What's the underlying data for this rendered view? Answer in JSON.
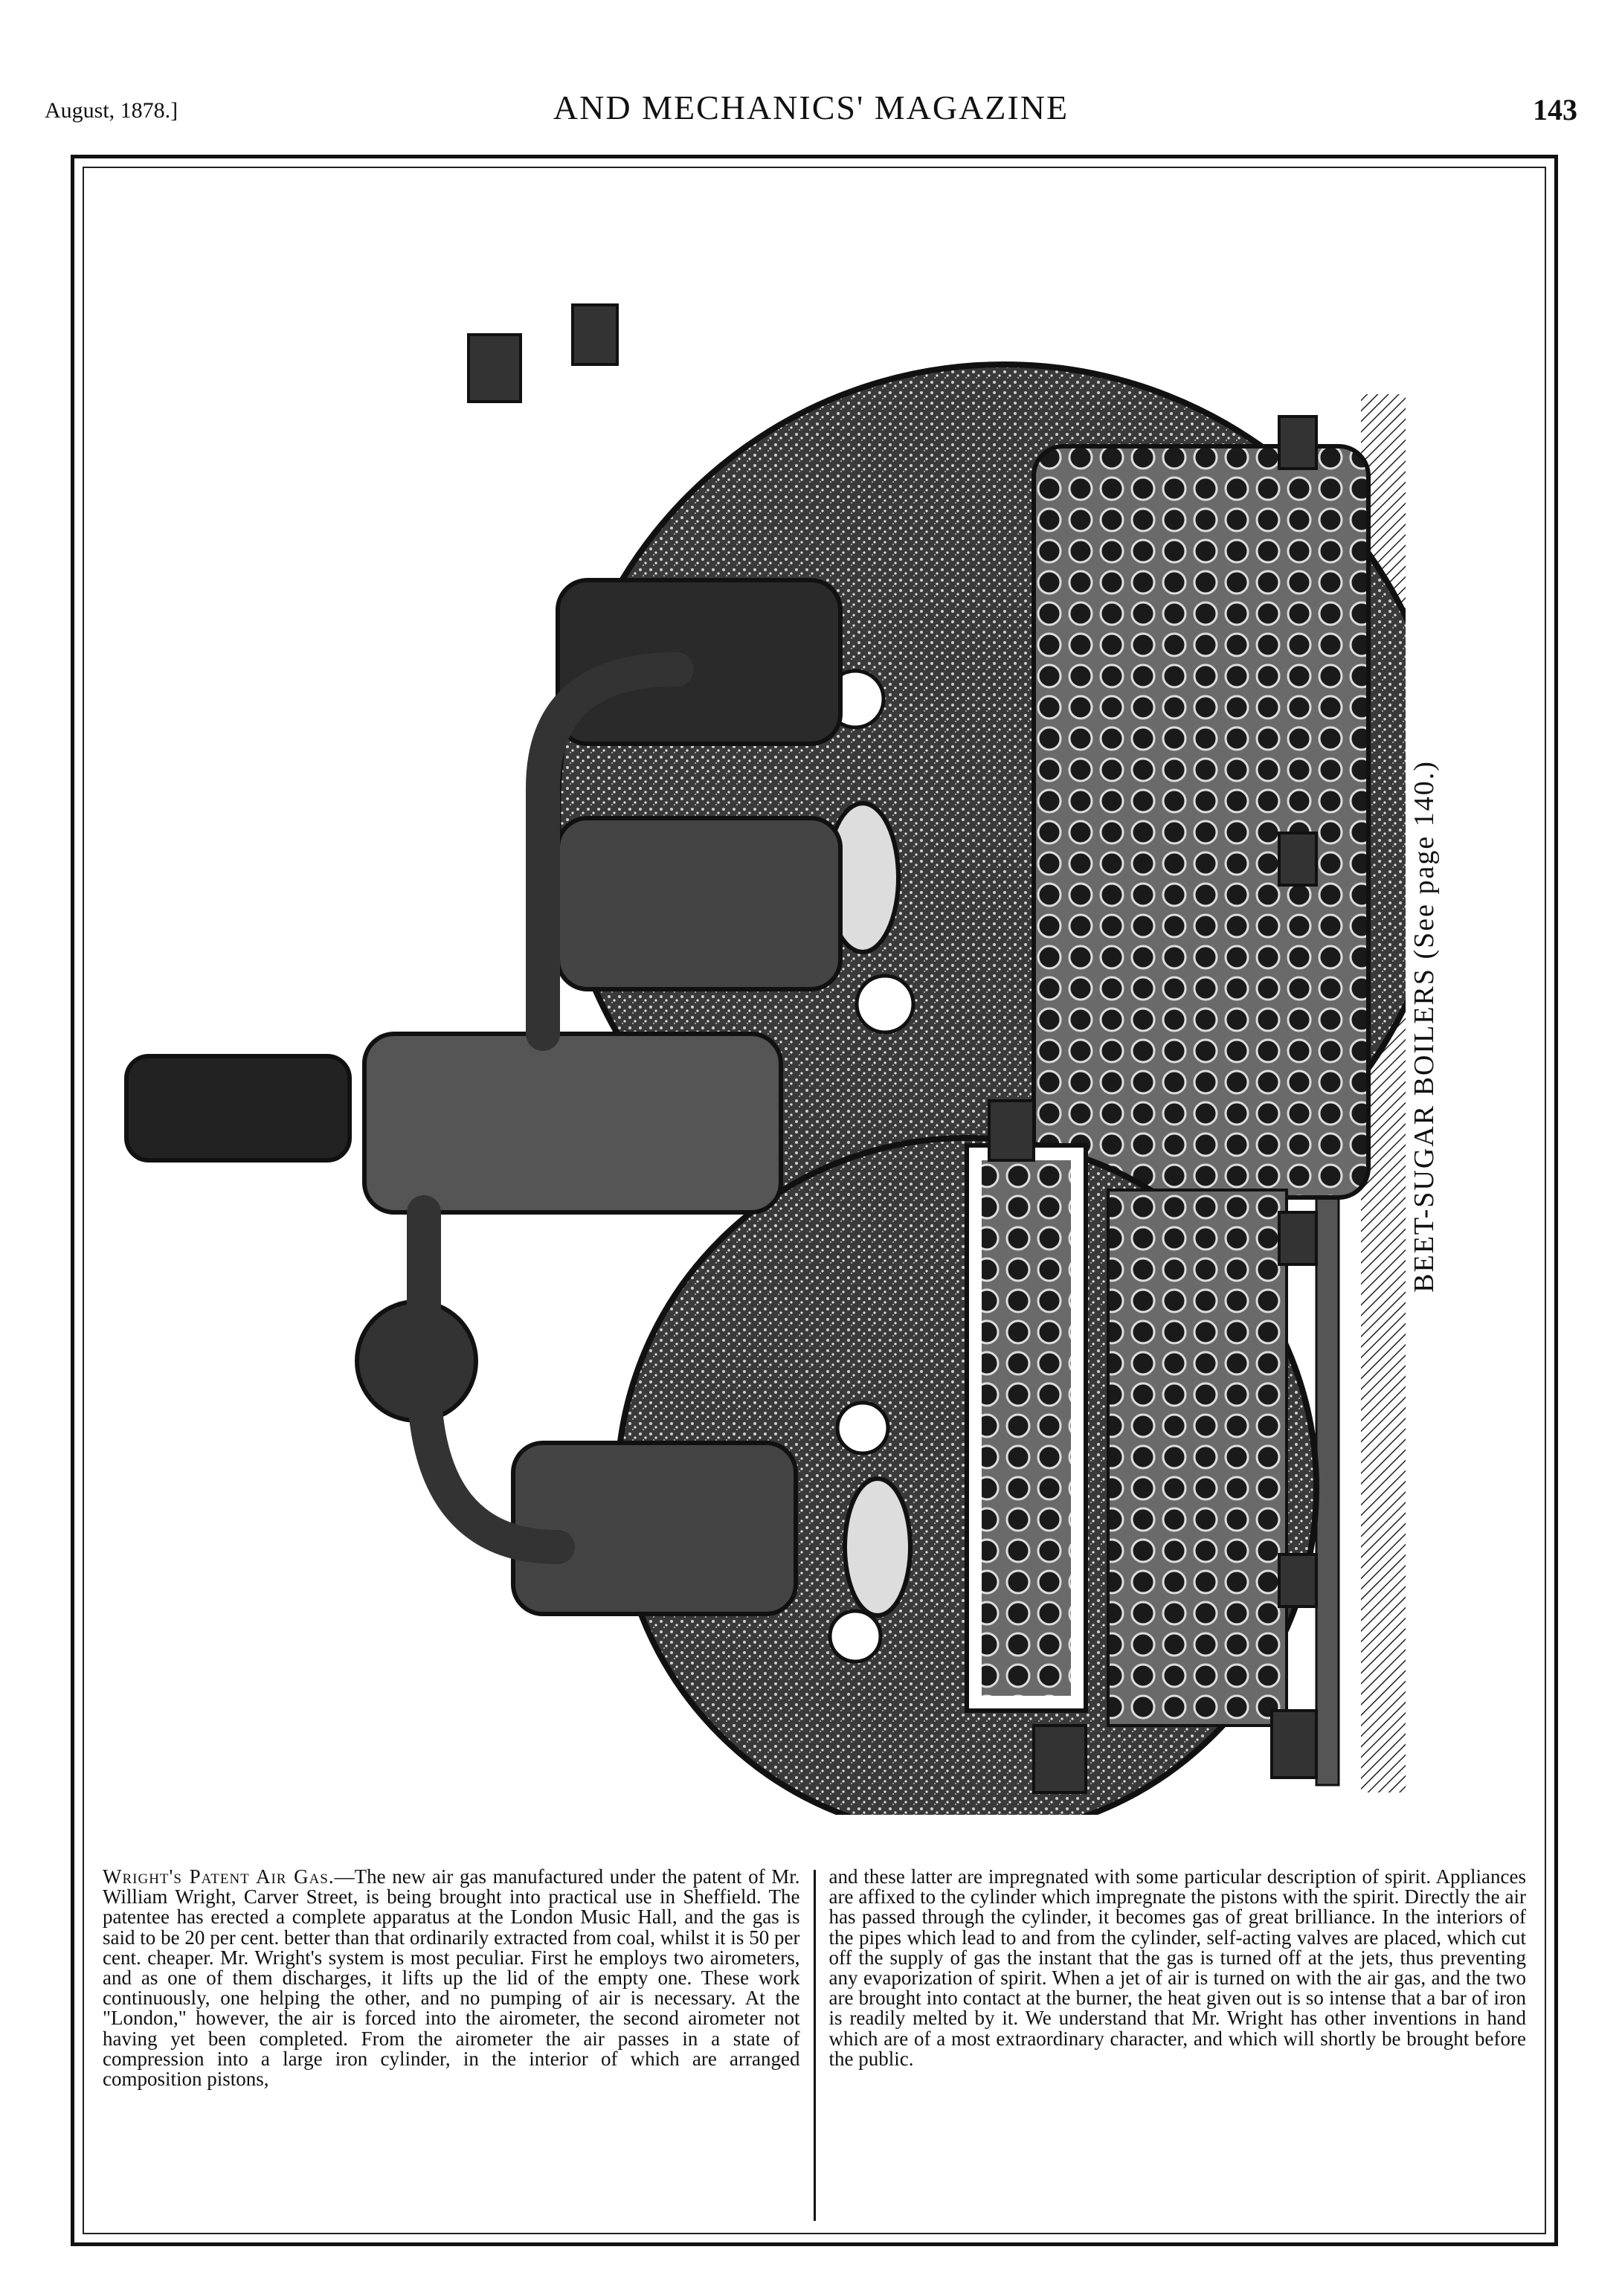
{
  "header": {
    "left": "August, 1878.]",
    "center": "AND MECHANICS' MAGAZINE",
    "page_number": "143"
  },
  "figure": {
    "caption": "BEET-SUGAR BOILERS (See page 140.)"
  },
  "article": {
    "title": "Wright's Patent Air Gas.",
    "column_1": "—The new air gas manufactured under the patent of Mr. William Wright, Carver Street, is being brought into practical use in Sheffield. The patentee has erected a complete apparatus at the London Music Hall, and the gas is said to be 20 per cent. better than that ordinarily extracted from coal, whilst it is 50 per cent. cheaper. Mr. Wright's system is most peculiar. First he employs two airometers, and as one of them discharges, it lifts up the lid of the empty one. These work continuously, one helping the other, and no pumping of air is necessary. At the \"London,\" however, the air is forced into the airometer, the second airometer not having yet been completed. From the airometer the air passes in a state of compression into a large iron cylinder, in the interior of which are arranged composition pistons,",
    "column_2": "and these latter are impregnated with some particular description of spirit. Appliances are affixed to the cylinder which impregnate the pistons with the spirit. Directly the air has passed through the cylinder, it becomes gas of great brilliance. In the interiors of the pipes which lead to and from the cylinder, self-acting valves are placed, which cut off the supply of gas the instant that the gas is turned off at the jets, thus preventing any evaporization of spirit. When a jet of air is turned on with the air gas, and the two are brought into contact at the burner, the heat given out is so intense that a bar of iron is readily melted by it. We understand that Mr. Wright has other inventions in hand which are of a most extraordinary character, and which will shortly be brought before the public."
  }
}
